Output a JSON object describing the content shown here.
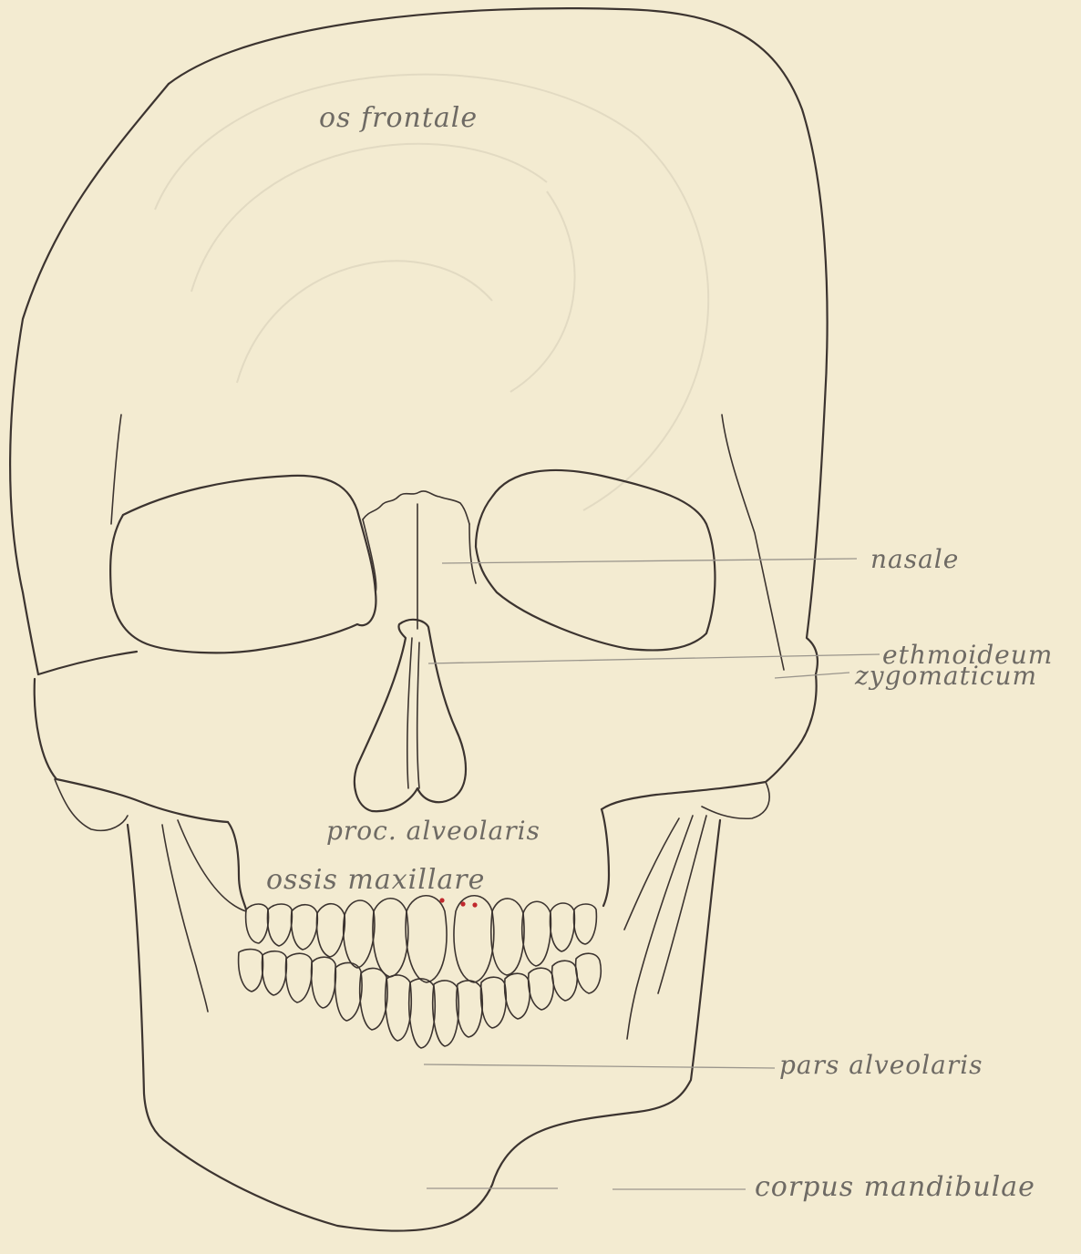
{
  "labels": {
    "os_frontale": "os frontale",
    "nasale": "nasale",
    "ethmoideum": "ethmoideum",
    "zygomaticum": "zygomaticum",
    "proc_alveolaris": "proc. alveolaris",
    "ossis_maxillare": "ossis maxillare",
    "pars_alveolaris": "pars alveolaris",
    "corpus_mandibulae": "corpus mandibulae"
  },
  "colors": {
    "paper": "#f3ebd1",
    "line": "#3c3430",
    "label": "#6e6a64",
    "leader": "#9a958c",
    "dots": "#c0282d"
  }
}
